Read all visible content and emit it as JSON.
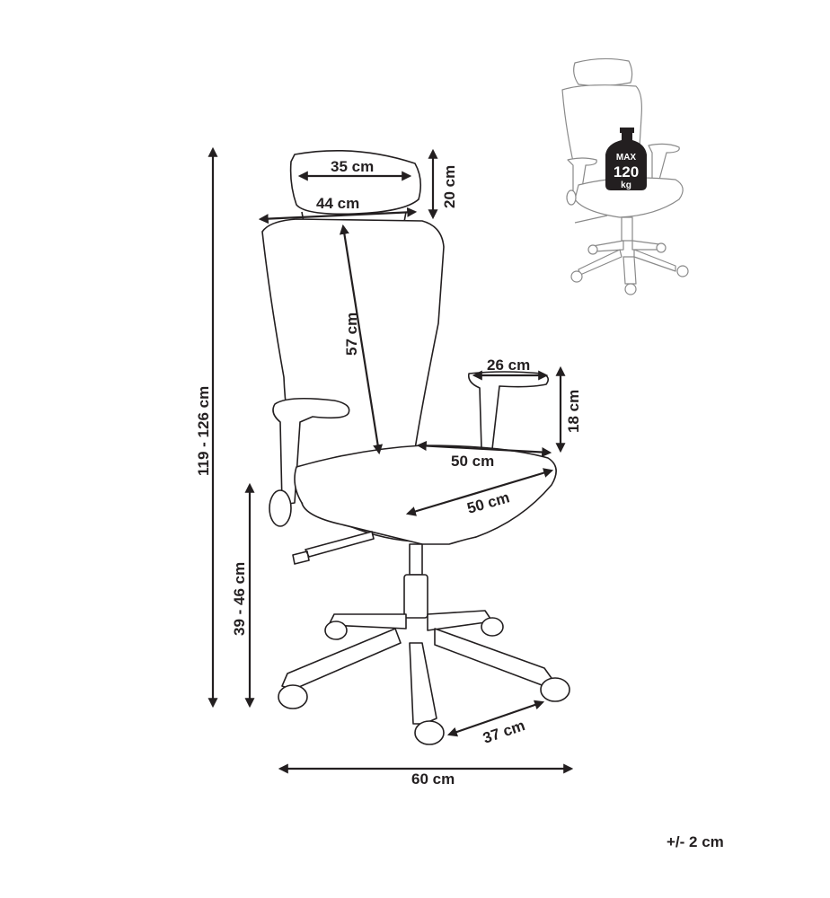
{
  "dimensions": {
    "headrest_width": "35 cm",
    "headrest_height": "20 cm",
    "back_width": "44 cm",
    "back_height": "57 cm",
    "total_height": "119 - 126 cm",
    "armrest_length": "26 cm",
    "armrest_height": "18 cm",
    "seat_width": "50 cm",
    "seat_depth": "50 cm",
    "seat_height": "39 - 46 cm",
    "base_leg": "37 cm",
    "base_width": "60 cm"
  },
  "max_load": {
    "label": "MAX",
    "value": "120",
    "unit": "kg"
  },
  "tolerance": "+/- 2 cm",
  "colors": {
    "ink": "#231f20",
    "thumbnail_stroke": "#8a8a8a"
  }
}
